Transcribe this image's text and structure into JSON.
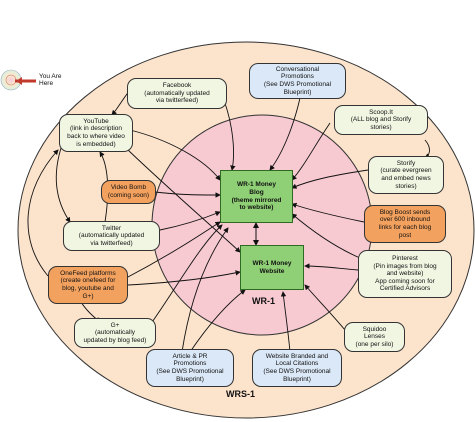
{
  "marker": {
    "label": "You Are\nHere"
  },
  "rings": {
    "outer": "WRS-1",
    "inner": "WR-1"
  },
  "core": {
    "blog": "WR-1 Money\nBlog\n(theme mirrored\nto website)",
    "website": "WR-1 Money\nWebsite"
  },
  "nodes": {
    "facebook": "Facebook\n(automatically updated\nvia twitterfeed)",
    "conversational": "Conversational\nPromotions\n(See DWS Promotional\nBlueprint)",
    "youtube": "YouTube\n(link in description\nback to where video\nis embedded)",
    "scoopit": "Scoop.It\n(ALL blog and Storify\nstories)",
    "storify": "Storify\n(curate evergreen\nand embed news\nstories)",
    "videobomb": "Video Bomb\n(coming soon)",
    "blogboost": "Blog Boost sends\nover 600 inbound\nlinks for each blog\npost",
    "twitter": "Twitter\n(automatically updated\nvia twitterfeed)",
    "pinterest": "Pinterest\n(Pin images from blog\nand website)\nApp coming soon for\nCertified Advisors",
    "onefeed": "OneFeed platforms\n(create onefeed for\nblog, youtube and\nG+)",
    "gplus": "G+\n(automatically\nupdated by blog feed)",
    "squidoo": "Squidoo\nLenses\n(one per silo)",
    "articlepr": "Article & PR\nPromotions\n(See DWS Promotional\nBlueprint)",
    "citations": "Website Branded and\nLocal Citations\n(See DWS Promotional\nBlueprint)"
  },
  "colors": {
    "outer_fill": "#fbe3cc",
    "inner_fill": "#f7c9d1",
    "node_light": "#f1f6e3",
    "node_orange": "#f3a15e",
    "node_blue": "#dbe8f7",
    "core_green": "#8fcf75",
    "arrow_red": "#c0392b"
  }
}
